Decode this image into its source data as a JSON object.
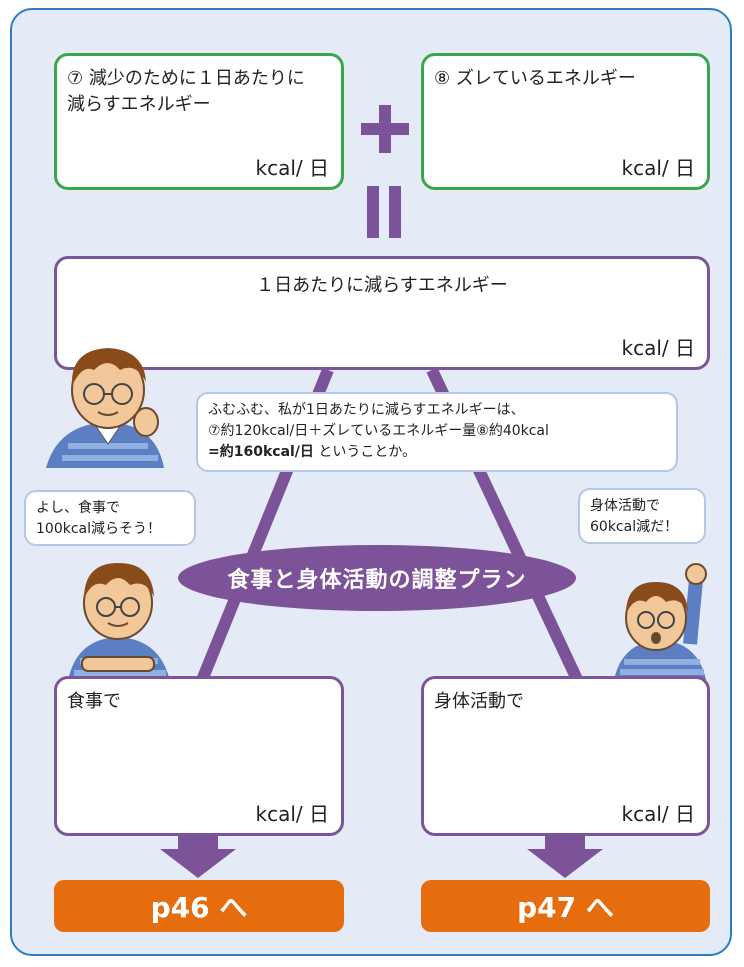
{
  "box7": {
    "label": "⑦ 減少のために１日あたりに\n減らすエネルギー",
    "unit": "kcal/ 日"
  },
  "box8": {
    "label": "⑧ ズレているエネルギー",
    "unit": "kcal/ 日"
  },
  "total": {
    "label": "１日あたりに減らすエネルギー",
    "unit": "kcal/ 日"
  },
  "speech_main": {
    "line1": "ふむふむ、私が1日あたりに減らすエネルギーは、",
    "line2": "⑦約120kcal/日＋ズレているエネルギー量⑧約40kcal",
    "line3_bold": "=約160kcal/日",
    "line3_rest": " ということか。"
  },
  "speech_left": {
    "line1": "よし、食事で",
    "line2": "100kcal減らそう！"
  },
  "speech_right": {
    "line1": "身体活動で",
    "line2": "60kcal減だ！"
  },
  "plan_title": "食事と身体活動の調整プラン",
  "meal_box": {
    "label": "食事で",
    "unit": "kcal/ 日"
  },
  "activity_box": {
    "label": "身体活動で",
    "unit": "kcal/ 日"
  },
  "button_left": "p46 へ",
  "button_right": "p47 へ",
  "colors": {
    "green": "#3aa64a",
    "purple": "#7b5696",
    "orange": "#e56d0e",
    "blue": "#2f7cc1"
  }
}
